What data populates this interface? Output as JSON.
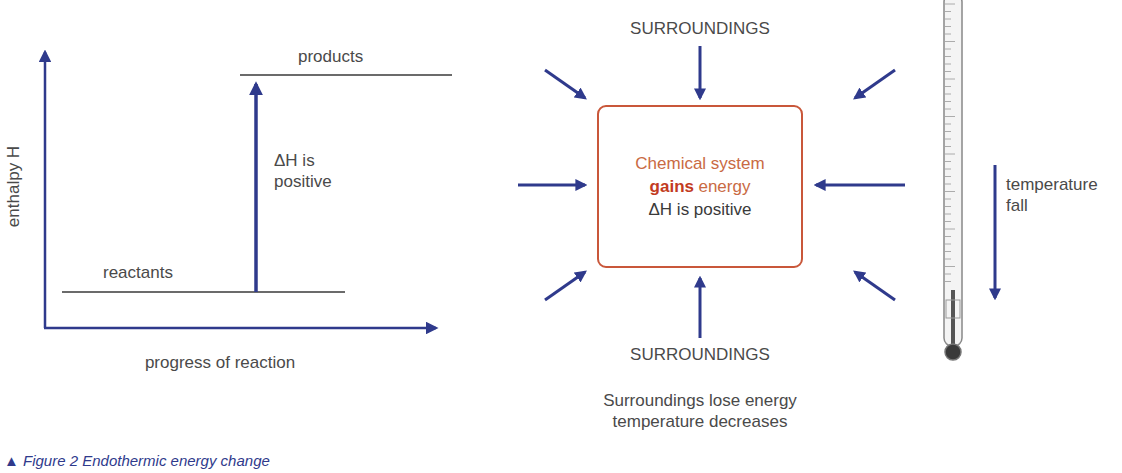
{
  "diagram": {
    "caption": "▲ Figure 2 Endothermic energy change",
    "nodes": [
      {
        "text": [
          "Chemical system",
          "gains",
          "energy",
          "ΔH is positive"
        ]
      }
    ],
    "labels": [
      "enthalpy H",
      "products",
      "ΔH is positive",
      "reactants",
      "progress of reaction",
      "SURROUNDINGS",
      "SURROUNDINGS",
      "temperature fall",
      "Surroundings lose energy temperature decreases"
    ]
  }
}
